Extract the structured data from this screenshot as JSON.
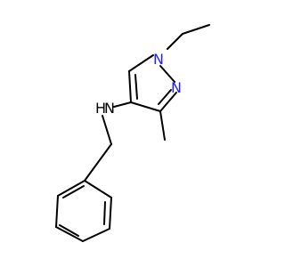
{
  "molecule": {
    "atoms": {
      "n1": {
        "label": "N",
        "color": "#2020ff"
      },
      "n2": {
        "label": "N",
        "color": "#2020ff"
      },
      "nh": {
        "label": "H",
        "color": "#000000"
      },
      "nn": {
        "label": "N",
        "color": "#000000"
      }
    },
    "bond_color": "#000000",
    "background": "#ffffff"
  }
}
